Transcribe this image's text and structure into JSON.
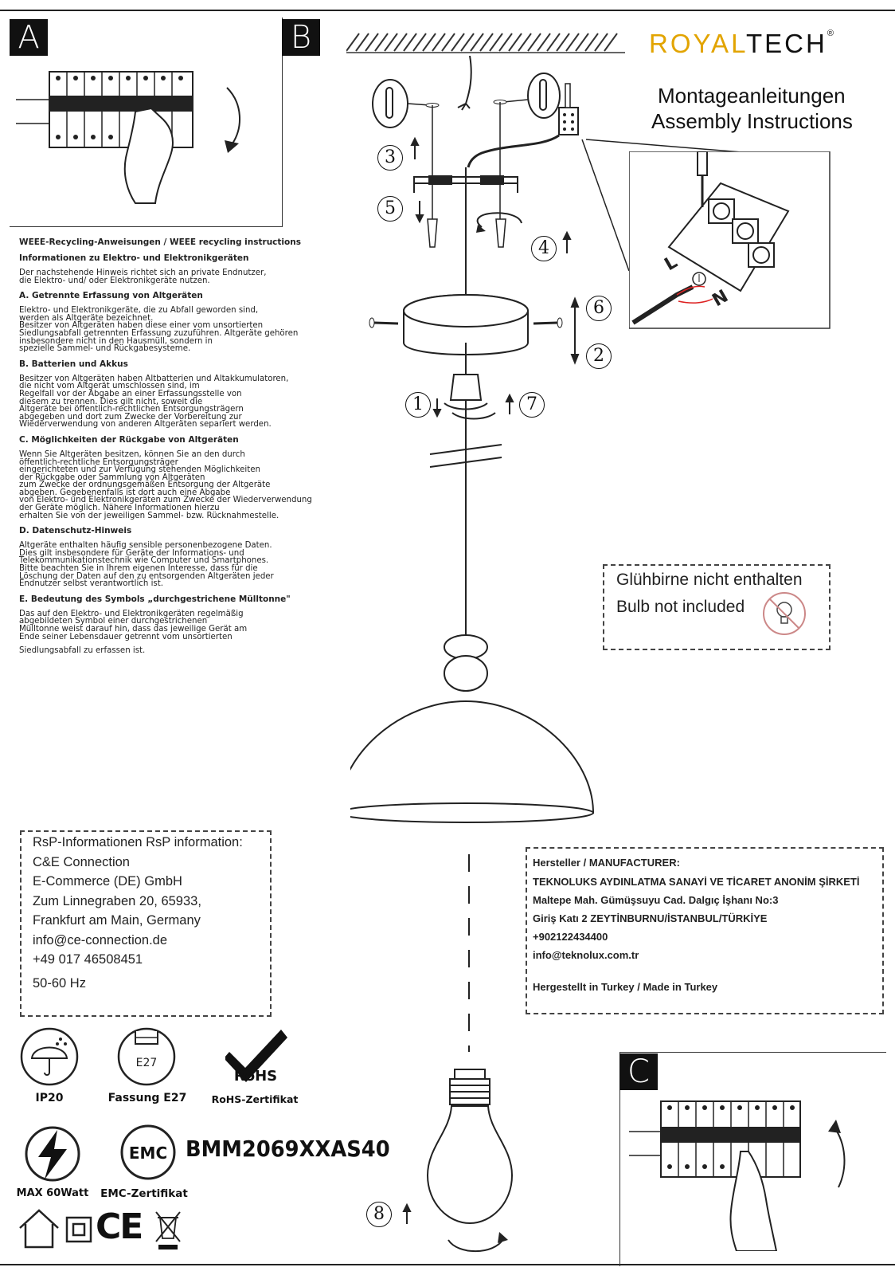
{
  "panels": {
    "a": "A",
    "b": "B",
    "c": "C"
  },
  "brand": {
    "royal": "ROYAL",
    "tech": "TECH",
    "reg": "®"
  },
  "title": {
    "de": "Montageanleitungen",
    "en": "Assembly Instructions"
  },
  "weee": {
    "heading": "WEEE-Recycling-Anweisungen / WEEE recycling instructions",
    "info_heading": "Informationen zu Elektro- und Elektronikgeräten",
    "info_text": "Der nachstehende Hinweis richtet sich an private Endnutzer,\n die Elektro- und/ oder Elektronikgeräte nutzen.",
    "a_heading": "A. Getrennte Erfassung von Altgeräten",
    "a_text": "Elektro- und Elektronikgeräte, die zu Abfall geworden sind,\n werden als Altgeräte bezeichnet.\nBesitzer von Altgeräten haben diese einer vom unsortierten\nSiedlungsabfall getrennten Erfassung zuzuführen. Altgeräte gehören\ninsbesondere nicht in den Hausmüll, sondern in\nspezielle Sammel- und Rückgabesysteme.",
    "b_heading": "B. Batterien und Akkus",
    "b_text": "Besitzer von Altgeräten haben Altbatterien und Altakkumulatoren,\n die nicht vom Altgerät umschlossen sind, im\nRegelfall vor der Abgabe an einer Erfassungsstelle von\ndiesem zu trennen. Dies gilt nicht, soweit die\nAltgeräte bei öffentlich-rechtlichen Entsorgungsträgern\nabgegeben und dort zum Zwecke der Vorbereitung zur\nWiederverwendung von anderen Altgeräten separiert werden.",
    "c_heading": "C. Möglichkeiten der Rückgabe von Altgeräten",
    "c_text": "Wenn Sie Altgeräten besitzen, können Sie an den durch\nöffentlich-rechtliche Entsorgungsträger\neingerichteten und zur Verfügung stehenden Möglichkeiten\nder Rückgabe oder Sammlung von Altgeräten\n zum Zwecke der ordnungsgemäßen Entsorgung der Altgeräte\nabgeben. Gegebenenfalls ist dort auch eine Abgabe\n von Elektro- und Elektronikgeräten zum Zwecke der Wiederverwendung\nder Geräte möglich. Nähere Informationen hierzu\nerhalten Sie von der jeweiligen Sammel- bzw. Rücknahmestelle.",
    "d_heading": "D. Datenschutz-Hinweis",
    "d_text": "Altgeräte enthalten häufig sensible personenbezogene Daten.\nDies gilt insbesondere für Geräte der Informations- und\nTelekommunikationstechnik wie Computer und Smartphones.\n Bitte beachten Sie in Ihrem eigenen Interesse, dass für die\nLöschung der Daten auf den zu entsorgenden Altgeräten jeder\nEndnutzer selbst verantwortlich ist.",
    "e_heading": "E. Bedeutung des Symbols „durchgestrichene Mülltonne\"",
    "e_text": "Das auf den Elektro- und Elektronikgeräten regelmäßig\n abgebildeten Symbol einer durchgestrichenen\nMülltonne weist darauf hin, dass das jeweilige Gerät am\nEnde seiner Lebensdauer getrennt vom unsortierten",
    "e_tail": "Siedlungsabfall zu erfassen ist."
  },
  "bulb_note": {
    "de": "Glühbirne nicht enthalten",
    "en": "Bulb not included"
  },
  "rsp": {
    "heading": "RsP-Informationen RsP information:",
    "company": "C&E Connection",
    "entity": "E-Commerce (DE) GmbH",
    "street": "Zum Linnegraben 20, 65933,",
    "city": "Frankfurt am Main, Germany",
    "email": "info@ce-connection.de",
    "phone": "+49 017 46508451",
    "freq": "50-60 Hz"
  },
  "manufacturer": {
    "heading": "Hersteller / MANUFACTURER:",
    "name": "TEKNOLUKS AYDINLATMA SANAYİ VE TİCARET ANONİM ŞİRKETİ",
    "address1": "Maltepe Mah. Gümüşsuyu Cad. Dalgıç İşhanı No:3",
    "address2": "Giriş Katı 2 ZEYTİNBURNU/İSTANBUL/TÜRKİYE",
    "phone": "+902122434400",
    "email": "info@teknolux.com.tr",
    "made_in": "Hergestellt in Turkey / Made in Turkey"
  },
  "icons": {
    "ip_label": "IP20",
    "socket_inner": "E27",
    "socket_label": "Fassung E27",
    "rohs_inner": "RoHS",
    "rohs_label": "RoHS-Zertifikat",
    "power_label": "MAX 60Watt",
    "emc_inner": "EMC",
    "emc_label": "EMC-Zertifikat",
    "ce": "CE"
  },
  "model": "BMM2069XXAS40",
  "steps": [
    "1",
    "2",
    "3",
    "4",
    "5",
    "6",
    "7",
    "8"
  ],
  "wiring": {
    "l": "L",
    "n": "N"
  }
}
